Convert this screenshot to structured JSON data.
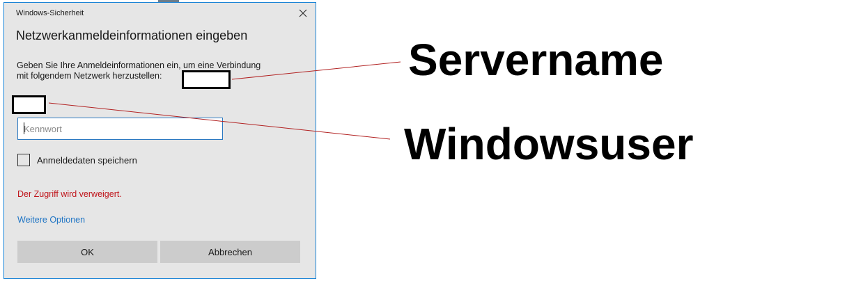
{
  "dialog": {
    "window_title": "Windows-Sicherheit",
    "heading": "Netzwerkanmeldeinformationen eingeben",
    "description_line1": "Geben Sie Ihre Anmeldeinformationen ein, um eine Verbindung",
    "description_line2": "mit folgendem Netzwerk herzustellen:",
    "password": {
      "value": "",
      "placeholder": "Kennwort"
    },
    "remember_checkbox": {
      "label": "Anmeldedaten speichern",
      "checked": false
    },
    "error_message": "Der Zugriff wird verweigert.",
    "more_options_link": "Weitere Optionen",
    "ok_button": "OK",
    "cancel_button": "Abbrechen",
    "close_icon": "close-icon"
  },
  "annotations": {
    "servername_label": "Servername",
    "windowsuser_label": "Windowsuser"
  },
  "colors": {
    "dialog_background": "#e6e6e6",
    "dialog_border": "#1883d7",
    "input_border": "#2b79c2",
    "error_text": "#c0161c",
    "link": "#1e74c4",
    "button_background": "#cccccc",
    "leader_line": "#b22222"
  }
}
